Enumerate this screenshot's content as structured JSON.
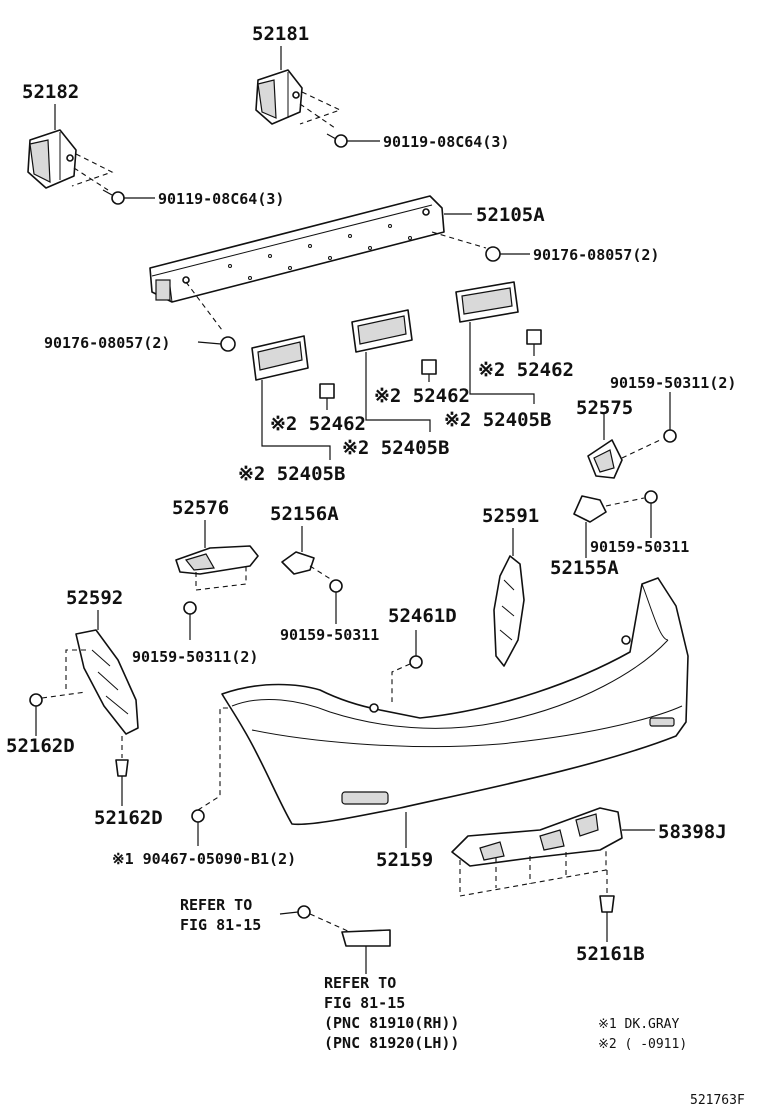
{
  "labels": {
    "p52181": "52181",
    "p52182": "52182",
    "b1": "90119-08C64(3)",
    "b2": "90119-08C64(3)",
    "p52105A": "52105A",
    "n1": "90176-08057(2)",
    "n2": "90176-08057(2)",
    "c1": "※2 52462",
    "c2": "※2 52462",
    "c3": "※2 52462",
    "s1": "※2 52405B",
    "s2": "※2 52405B",
    "s3": "※2 52405B",
    "sc1": "90159-50311(2)",
    "p52575": "52575",
    "p52576": "52576",
    "p52156A": "52156A",
    "p52591": "52591",
    "sc2": "90159-50311",
    "p52155A": "52155A",
    "p52592": "52592",
    "sc3": "90159-50311(2)",
    "sc4": "90159-50311",
    "p52461D": "52461D",
    "p52162D_a": "52162D",
    "p52162D_b": "52162D",
    "bolt90467": "※1 90467-05090-B1(2)",
    "p52159": "52159",
    "p58398J": "58398J",
    "refer1_a": "REFER TO",
    "refer1_b": "FIG 81-15",
    "refer2_a": "REFER TO",
    "refer2_b": "FIG 81-15",
    "refer2_c": "(PNC 81910(RH))",
    "refer2_d": "(PNC 81920(LH))",
    "p52161B": "52161B",
    "note1": "※1 DK.GRAY",
    "note2": "※2 (      -0911)",
    "figure_code": "521763F"
  }
}
